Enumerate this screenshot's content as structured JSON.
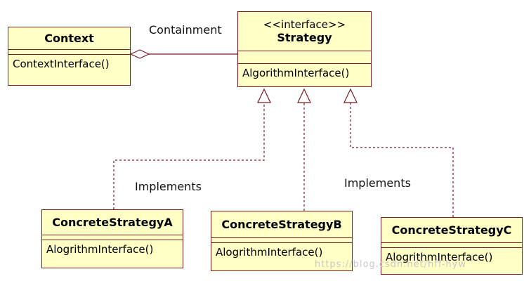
{
  "classes": {
    "context": {
      "name": "Context",
      "operation": "ContextInterface()"
    },
    "strategy": {
      "stereotype": "<<interface>>",
      "name": "Strategy",
      "operation": "AlgorithmInterface()"
    },
    "concrete_a": {
      "name": "ConcreteStrategyA",
      "operation": "AlogrithmInterface()"
    },
    "concrete_b": {
      "name": "ConcreteStrategyB",
      "operation": "AlogrithmInterface()"
    },
    "concrete_c": {
      "name": "ConcreteStrategyC",
      "operation": "AlogrithmInterface()"
    }
  },
  "labels": {
    "containment": "Containment",
    "implements_left": "Implements",
    "implements_right": "Implements"
  },
  "watermark": "https://blog.csdn.net/hff-hyw",
  "colors": {
    "class_fill": "#ffffc6",
    "class_border": "#7a1a22",
    "line": "#7a1a22"
  }
}
